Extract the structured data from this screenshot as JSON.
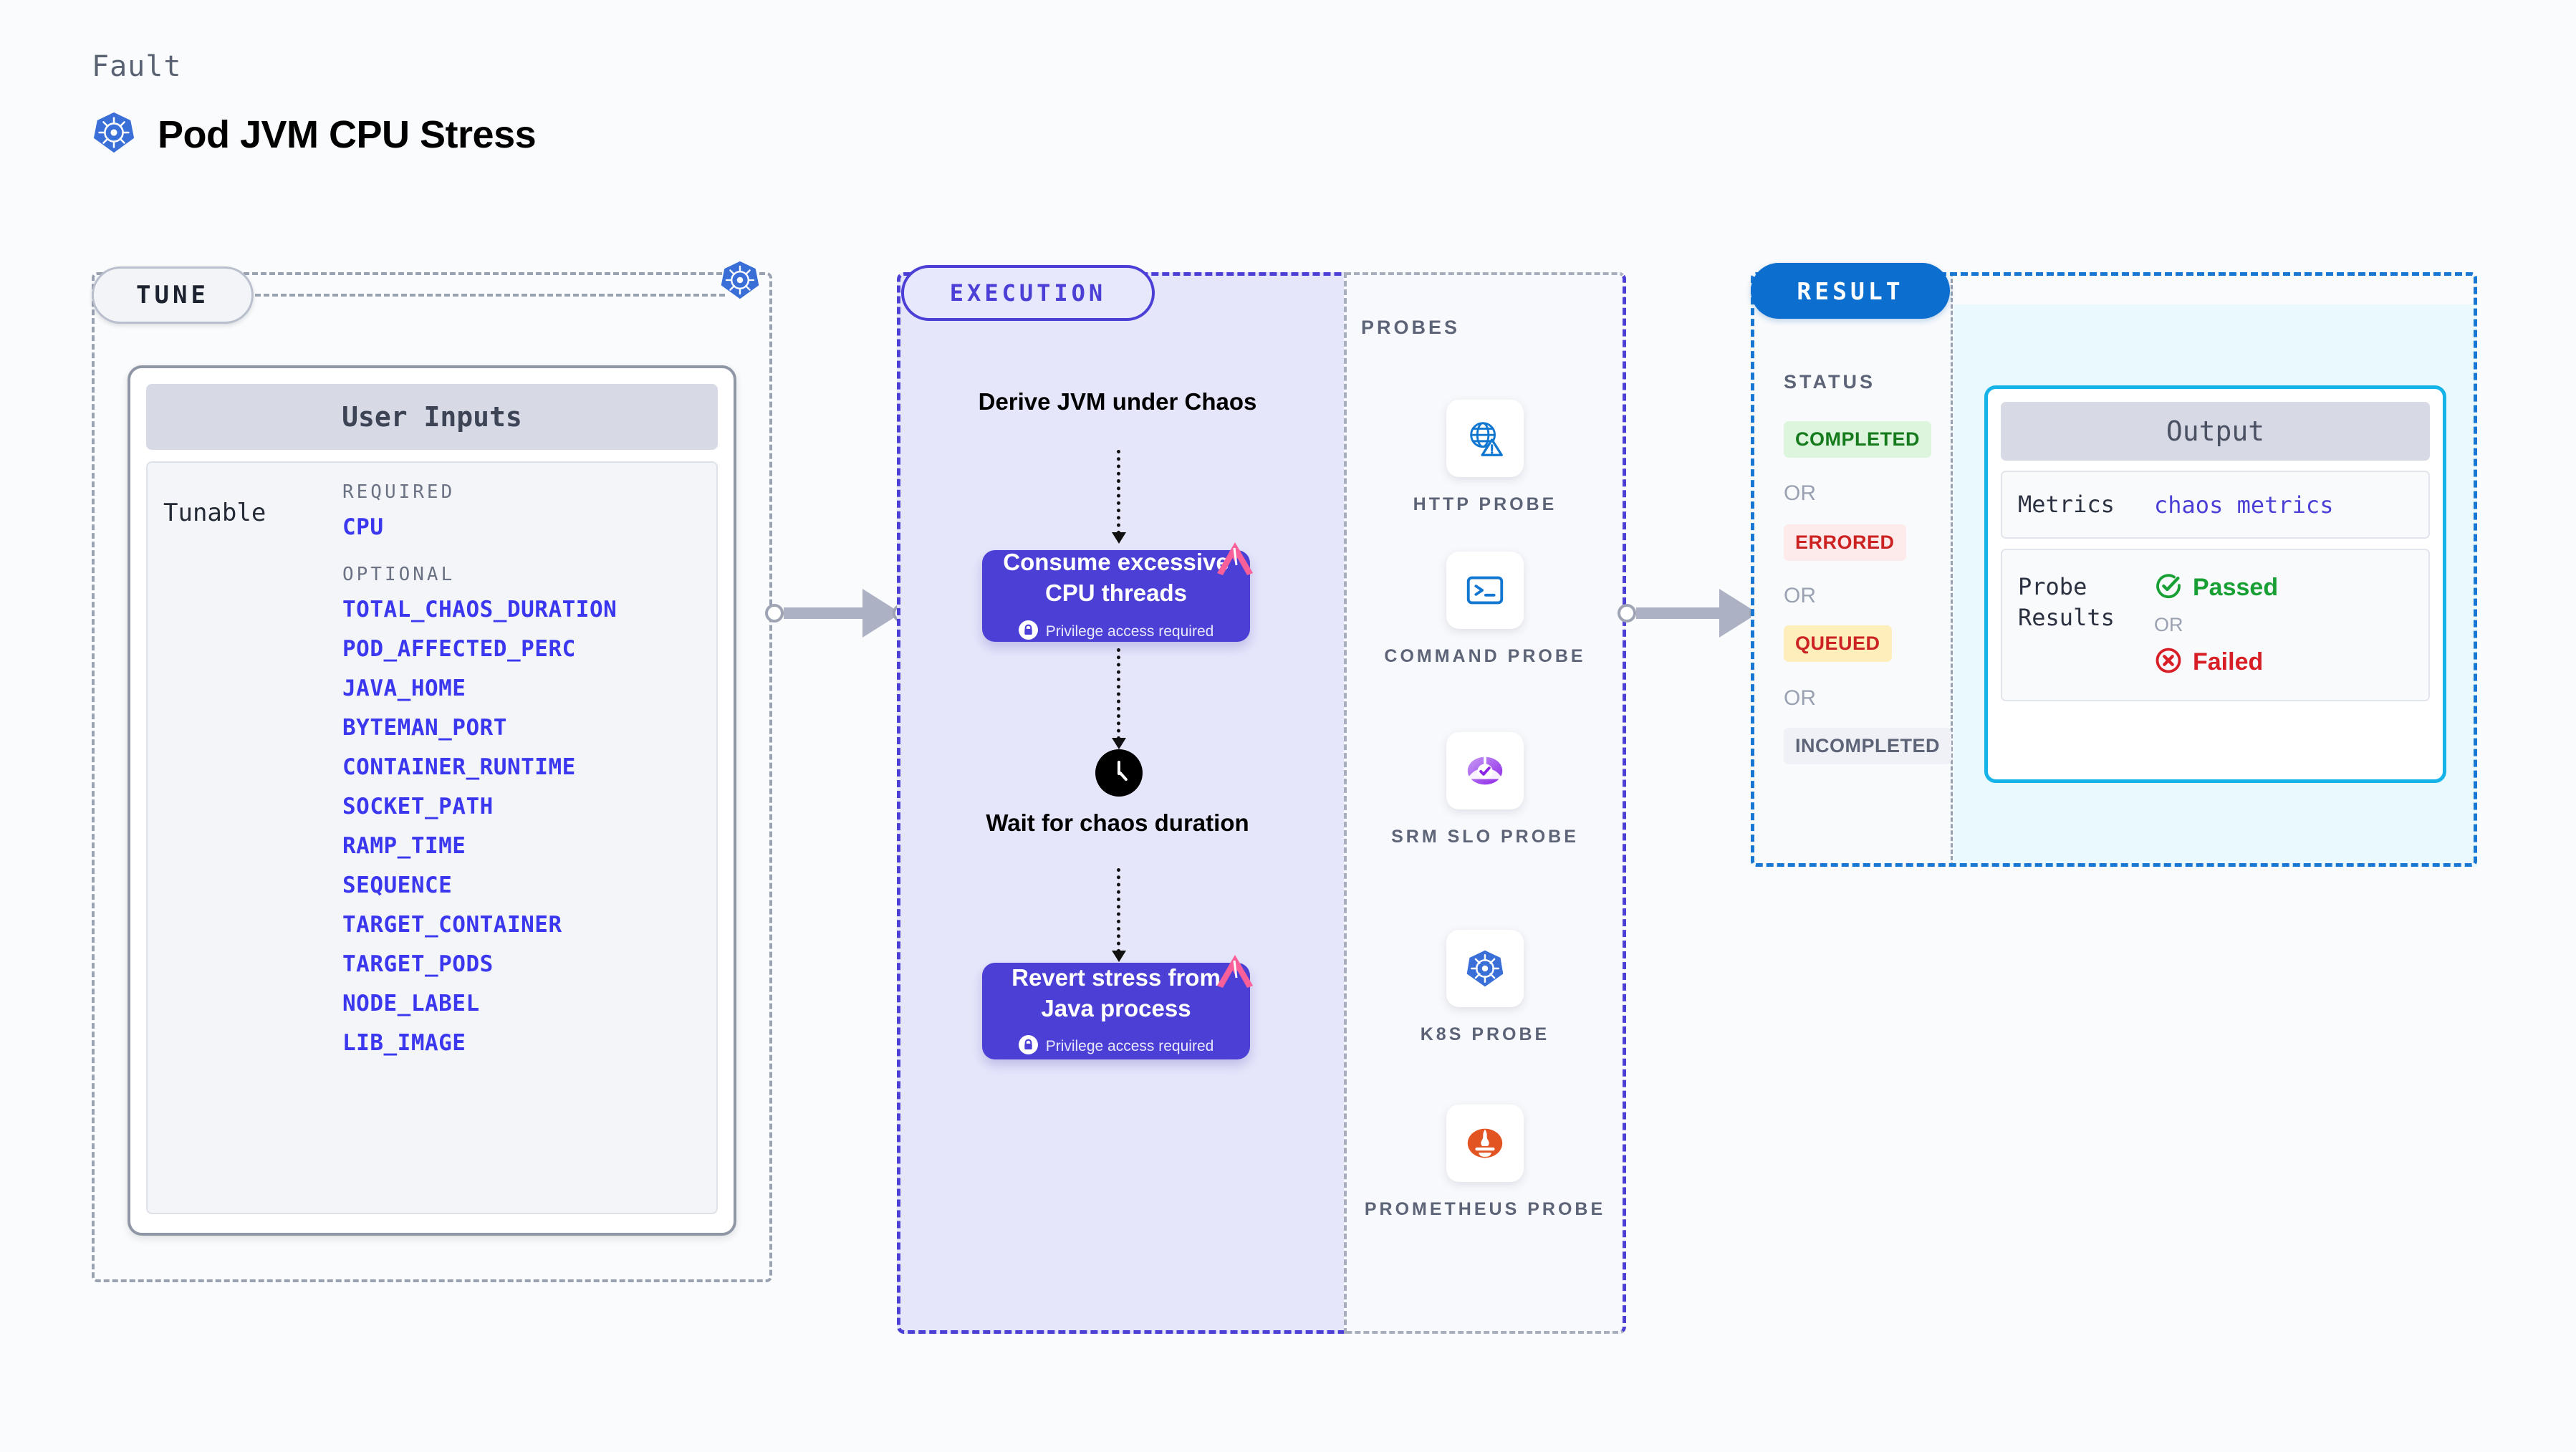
{
  "header": {
    "eyebrow": "Fault",
    "title": "Pod JVM CPU Stress",
    "icon": "kubernetes-icon"
  },
  "tune": {
    "badge": "TUNE",
    "corner_icon": "kubernetes-icon",
    "card": {
      "header": "User Inputs",
      "row_label": "Tunable",
      "groups": [
        {
          "label": "REQUIRED",
          "params": [
            "CPU"
          ]
        },
        {
          "label": "OPTIONAL",
          "params": [
            "TOTAL_CHAOS_DURATION",
            "POD_AFFECTED_PERC",
            "JAVA_HOME",
            "BYTEMAN_PORT",
            "CONTAINER_RUNTIME",
            "SOCKET_PATH",
            "RAMP_TIME",
            "SEQUENCE",
            "TARGET_CONTAINER",
            "TARGET_PODS",
            "NODE_LABEL",
            "LIB_IMAGE"
          ]
        }
      ]
    }
  },
  "execution": {
    "badge": "EXECUTION",
    "steps": [
      {
        "kind": "text",
        "title": "Derive JVM under Chaos"
      },
      {
        "kind": "card",
        "title": "Consume excessive CPU threads",
        "note": "Privilege access required",
        "note_icon": "lock-icon",
        "corner_icon": "litmus-icon"
      },
      {
        "kind": "text",
        "title": "Wait for chaos duration",
        "icon": "clock-icon"
      },
      {
        "kind": "card",
        "title": "Revert stress from Java process",
        "note": "Privilege access required",
        "note_icon": "lock-icon",
        "corner_icon": "litmus-icon"
      }
    ]
  },
  "probes": {
    "title": "PROBES",
    "items": [
      {
        "label": "HTTP PROBE",
        "icon": "globe-warning-icon"
      },
      {
        "label": "COMMAND PROBE",
        "icon": "terminal-icon"
      },
      {
        "label": "SRM SLO PROBE",
        "icon": "srm-slo-icon"
      },
      {
        "label": "K8S PROBE",
        "icon": "kubernetes-icon"
      },
      {
        "label": "PROMETHEUS PROBE",
        "icon": "prometheus-icon"
      }
    ]
  },
  "result": {
    "badge": "RESULT",
    "status_title": "STATUS",
    "or_label": "OR",
    "statuses": [
      {
        "label": "COMPLETED",
        "bg": "#ddf5dd",
        "fg": "#147a1c"
      },
      {
        "label": "ERRORED",
        "bg": "#fdeaea",
        "fg": "#cc2222"
      },
      {
        "label": "QUEUED",
        "bg": "#fdeebc",
        "fg": "#cc2222"
      },
      {
        "label": "INCOMPLETED",
        "bg": "#f0f1f6",
        "fg": "#5d6478"
      }
    ],
    "output": {
      "header": "Output",
      "metrics_label": "Metrics",
      "metrics_value": "chaos metrics",
      "probe_results_label": "Probe Results",
      "passed_label": "Passed",
      "failed_label": "Failed",
      "or_label": "OR",
      "passed_icon": "check-circle-icon",
      "failed_icon": "x-circle-icon"
    }
  },
  "colors": {
    "accent_purple": "#4b3fd6",
    "accent_blue": "#0c6fd0",
    "cyan": "#15b3e8",
    "pink": "#f9609a",
    "k8s_blue": "#3a6fd8",
    "param_blue": "#3b37ef"
  }
}
